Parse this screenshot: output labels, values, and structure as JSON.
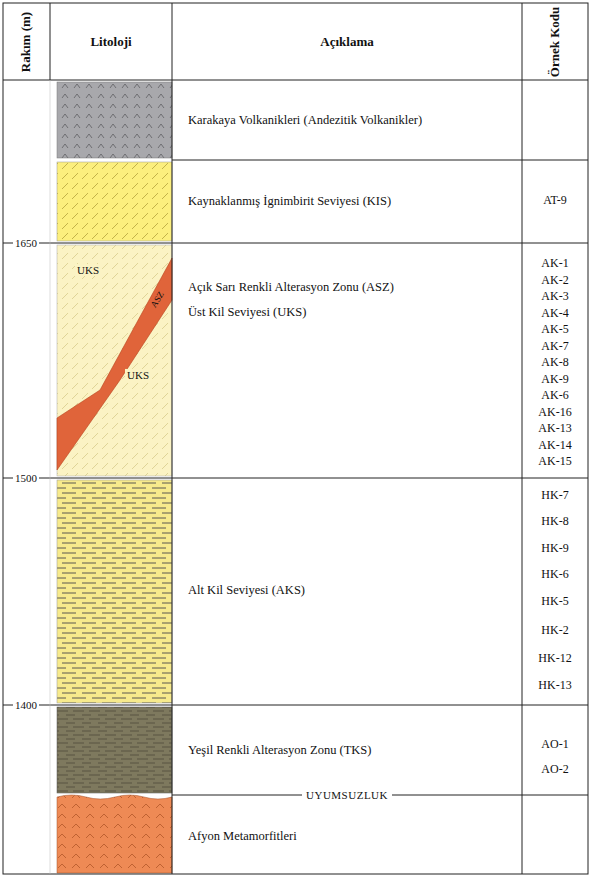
{
  "diagram": {
    "nodes": [
      {
        "text": [
          "UKS",
          "ASZ",
          "UKS"
        ]
      }
    ],
    "labels": [
      "Rakım (m)",
      "Litoloji",
      "Açıklama",
      "Örnek Kodu",
      "Karakaya Volkanikleri (Andezitik Volkanikler)",
      "Kaynaklanmış İgnimbirit Seviyesi (KIS)",
      "1650",
      "AT-9",
      "Açık Sarı Renkli Alterasyon Zonu (ASZ)",
      "Üst Kil Seviyesi (UKS)",
      "AK-1",
      "AK-2",
      "AK-3",
      "AK-4",
      "AK-5",
      "AK-7",
      "AK-8",
      "AK-9",
      "AK-6",
      "AK-16",
      "AK-13",
      "AK-14",
      "AK-15",
      "1500",
      "Alt Kil Seviyesi (AKS)",
      "HK-7",
      "HK-8",
      "HK-9",
      "HK-6",
      "HK-5",
      "HK-2",
      "HK-12",
      "HK-13",
      "1400",
      "Yeşil Renkli Alterasyon Zonu (TKS)",
      "AO-1",
      "AO-2",
      "UYUMSUZLUK",
      "Afyon Metamorfitleri"
    ]
  }
}
